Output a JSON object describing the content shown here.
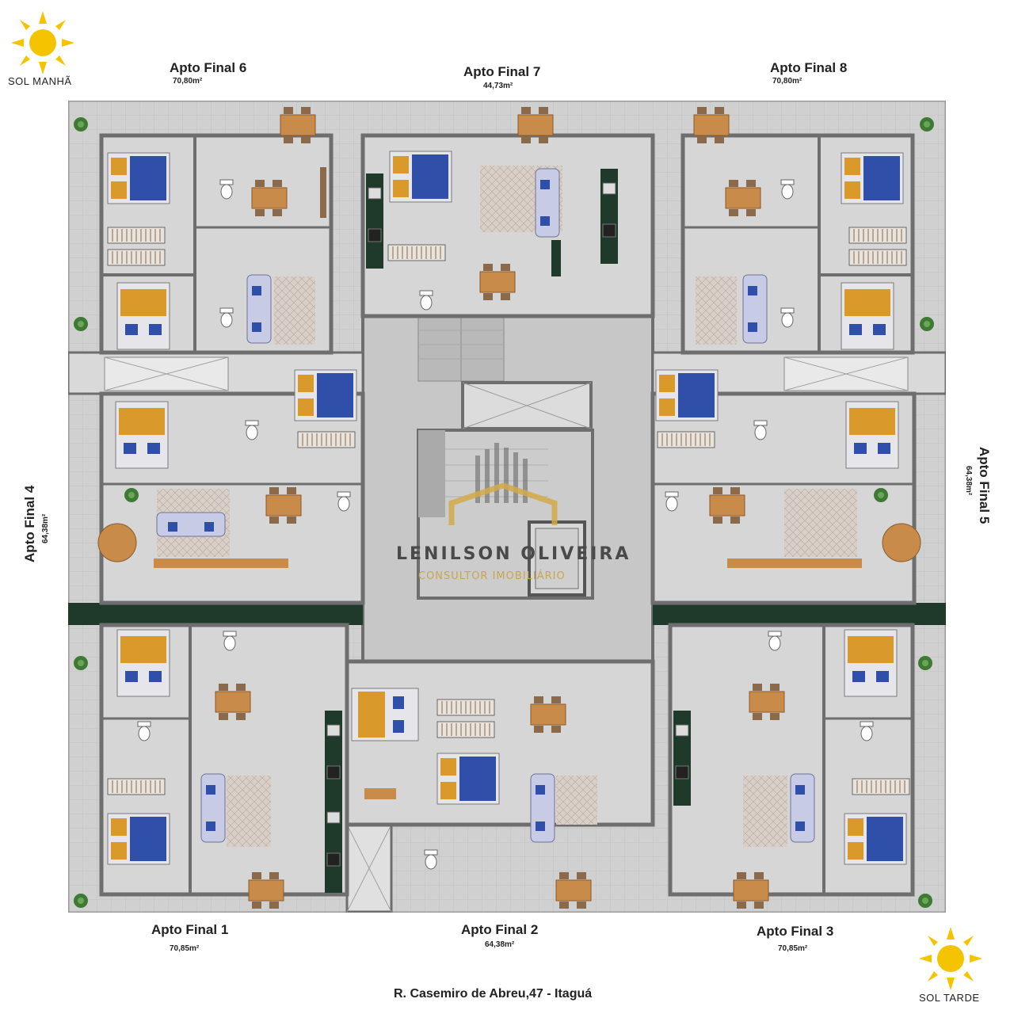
{
  "sun_morning": {
    "label": "SOL MANHÃ"
  },
  "sun_afternoon": {
    "label": "SOL TARDE"
  },
  "units": [
    {
      "id": "6",
      "name": "Apto Final 6",
      "area": "70,80m²"
    },
    {
      "id": "7",
      "name": "Apto Final 7",
      "area": "44,73m²"
    },
    {
      "id": "8",
      "name": "Apto Final 8",
      "area": "70,80m²"
    },
    {
      "id": "4",
      "name": "Apto Final 4",
      "area": "64,38m²"
    },
    {
      "id": "5",
      "name": "Apto Final 5",
      "area": "64,38m²"
    },
    {
      "id": "1",
      "name": "Apto Final 1",
      "area": "70,85m²"
    },
    {
      "id": "2",
      "name": "Apto Final 2",
      "area": "64,38m²"
    },
    {
      "id": "3",
      "name": "Apto Final 3",
      "area": "70,85m²"
    }
  ],
  "watermark": {
    "name": "LENILSON OLIVEIRA",
    "subtitle": "CONSULTOR IMOBILIÁRIO"
  },
  "address": "R. Casemiro de Abreu,47 - Itaguá",
  "colors": {
    "floor": "#cfd0cf",
    "wall": "#6e6e6e",
    "bed_blue": "#2f4fa8",
    "bed_orange": "#d99a2b",
    "wood": "#c98b4a",
    "counter": "#1f3a2a",
    "sun": "#f5c400",
    "plant": "#3f7a35"
  }
}
